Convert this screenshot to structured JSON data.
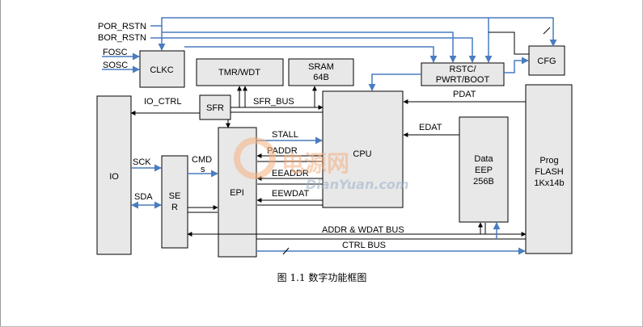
{
  "signals": {
    "por_rstn": "POR_RSTN",
    "bor_rstn": "BOR_RSTN",
    "fosc": "FOSC",
    "sosc": "SOSC",
    "io_ctrl": "IO_CTRL",
    "sfr_bus": "SFR_BUS",
    "pdat": "PDAT",
    "edat": "EDAT",
    "stall": "STALL",
    "paddr": "PADDR",
    "eeaddr": "EEADDR",
    "eewdat": "EEWDAT",
    "sck": "SCK",
    "sda": "SDA",
    "cmds_line1": "CMD",
    "cmds_line2": "s",
    "addr_wdat_bus": "ADDR & WDAT BUS",
    "ctrl_bus": "CTRL BUS"
  },
  "blocks": {
    "clkc": "CLKC",
    "tmr_wdt": "TMR/WDT",
    "sram_line1": "SRAM",
    "sram_line2": "64B",
    "rstc_line1": "RSTC/",
    "rstc_line2": "PWRT/BOOT",
    "cfg": "CFG",
    "sfr": "SFR",
    "io": "IO",
    "cpu": "CPU",
    "ser_line1": "SE",
    "ser_line2": "R",
    "epi": "EPI",
    "data_eep_line1": "Data",
    "data_eep_line2": "EEP",
    "data_eep_line3": "256B",
    "prog_flash_line1": "Prog",
    "prog_flash_line2": "FLASH",
    "prog_flash_line3": "1Kx14b"
  },
  "caption": "图 1.1  数字功能框图",
  "watermark": {
    "cn": "电源网",
    "en": "DianYuan.com"
  },
  "colors": {
    "block_fill": "#e8e8e8",
    "blue_wire": "#4a7cc0",
    "black_wire": "#000000",
    "watermark_orange": "#f4b080"
  }
}
